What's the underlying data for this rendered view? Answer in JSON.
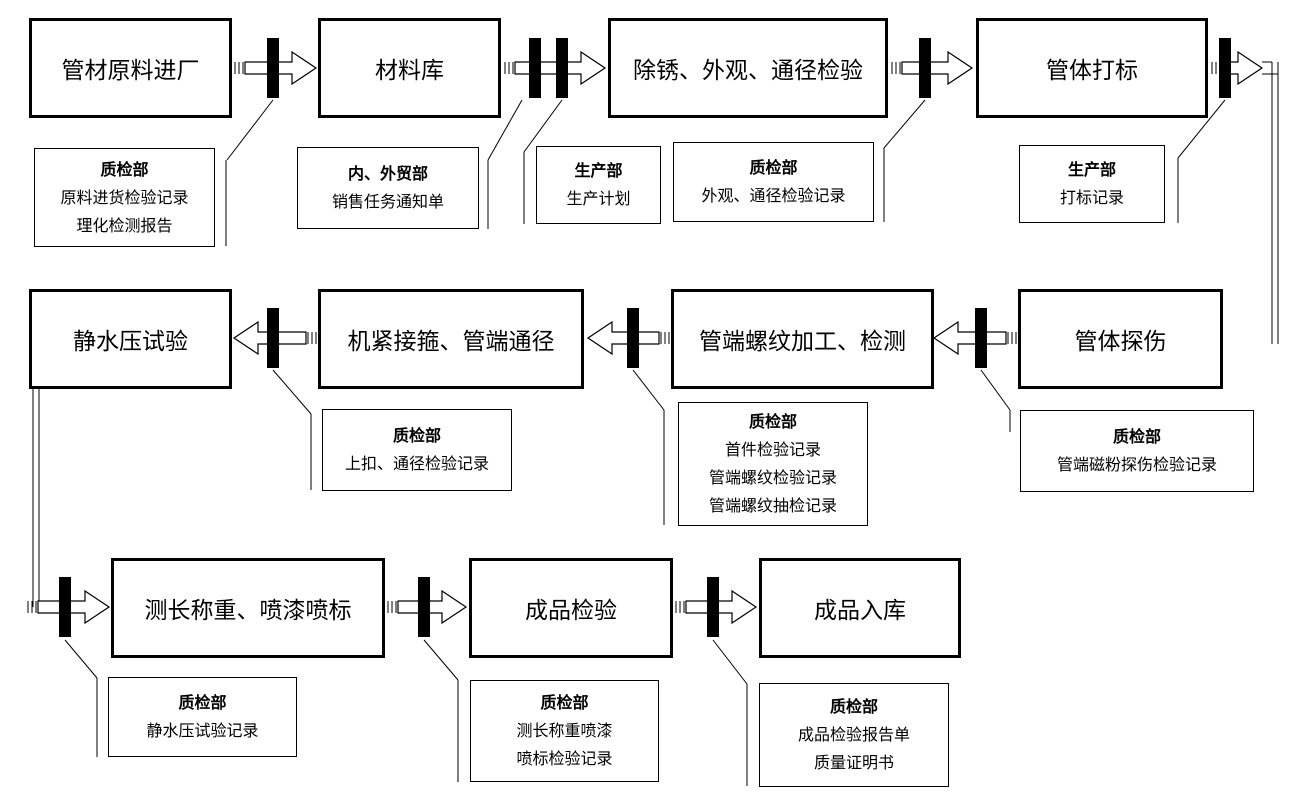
{
  "steps": [
    {
      "label": "管材原料进厂"
    },
    {
      "label": "材料库"
    },
    {
      "label": "除锈、外观、通径检验"
    },
    {
      "label": "管体打标"
    },
    {
      "label": "管体探伤"
    },
    {
      "label": "管端螺纹加工、检测"
    },
    {
      "label": "机紧接箍、管端通径"
    },
    {
      "label": "静水压试验"
    },
    {
      "label": "测长称重、喷漆喷标"
    },
    {
      "label": "成品检验"
    },
    {
      "label": "成品入库"
    }
  ],
  "notes": [
    {
      "dept": "质检部",
      "lines": [
        "原料进货检验记录",
        "理化检测报告"
      ]
    },
    {
      "dept": "内、外贸部",
      "lines": [
        "销售任务通知单"
      ]
    },
    {
      "dept": "生产部",
      "lines": [
        "生产计划"
      ]
    },
    {
      "dept": "质检部",
      "lines": [
        "外观、通径检验记录"
      ]
    },
    {
      "dept": "生产部",
      "lines": [
        "打标记录"
      ]
    },
    {
      "dept": "质检部",
      "lines": [
        "管端磁粉探伤检验记录"
      ]
    },
    {
      "dept": "质检部",
      "lines": [
        "首件检验记录",
        "管端螺纹检验记录",
        "管端螺纹抽检记录"
      ]
    },
    {
      "dept": "质检部",
      "lines": [
        "上扣、通径检验记录"
      ]
    },
    {
      "dept": "质检部",
      "lines": [
        "静水压试验记录"
      ]
    },
    {
      "dept": "质检部",
      "lines": [
        "测长称重喷漆",
        "喷标检验记录"
      ]
    },
    {
      "dept": "质检部",
      "lines": [
        "成品检验报告单",
        "质量证明书"
      ]
    }
  ]
}
